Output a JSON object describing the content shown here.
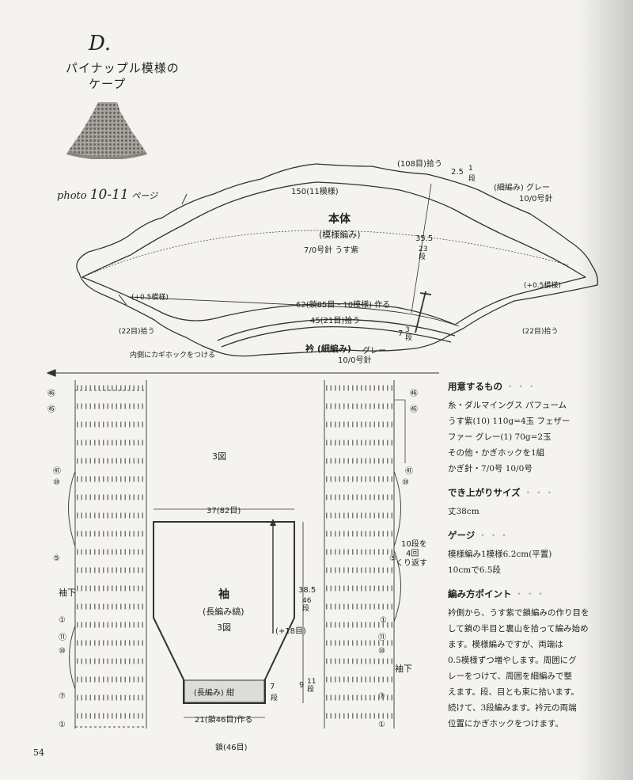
{
  "header": {
    "letter": "D.",
    "title_line1": "パイナップル模様の",
    "title_line2": "ケープ",
    "photo_ref_prefix": "photo ",
    "photo_ref_num": "10-11",
    "photo_ref_suffix": " ページ"
  },
  "cape": {
    "top_pickup": "(108目)拾う",
    "top_width": "150(11模様)",
    "edge_top_measure": "2.5",
    "edge_top_rows": "1段",
    "edge_label": "(細編み) グレー",
    "edge_hook": "10/0号針",
    "body_title": "本体",
    "body_stitch": "(模様編み)",
    "body_hook": "7/0号針 うす紫",
    "depth": "35.5",
    "depth_rows": "23段",
    "increase_left": "(+0.5模様)",
    "increase_right": "(+0.5模様)",
    "foundation": "62(鎖85目・10模様) 作る",
    "collar_pickup": "45(21目)拾う",
    "collar_rows_num": "7",
    "collar_rows": "3段",
    "side_pickup_left": "(22目)拾う",
    "side_pickup_right": "(22目)拾う",
    "hook_note": "内側にカギホックをつける",
    "collar_title": "衿 (細編み)",
    "collar_color": "グレー",
    "collar_hook": "10/0号針"
  },
  "sleeve": {
    "fig_label_top": "3図",
    "top_width": "37(82目)",
    "title": "袖",
    "stitch": "(長編み縞)",
    "fig_label": "3図",
    "height": "38.5",
    "height_rows": "46段",
    "increase": "(+18目)",
    "cuff_stitch": "(長編み) 紺",
    "cuff_rows_num": "7",
    "cuff_rows": "段",
    "cuff_height": "9",
    "cuff_height_rows": "11段",
    "bottom_width": "21(鎖46目)作る",
    "chain_label": "鎖(46目)",
    "underarm_left": "袖下",
    "underarm_right": "袖下",
    "repeat_note_1": "10段を",
    "repeat_note_2": "4回",
    "repeat_note_3": "くり返す"
  },
  "row_markers_left": [
    "㊻",
    "㊺",
    "㊶",
    "⑩",
    "⑤",
    "①",
    "⑪",
    "⑩",
    "⑦",
    "①"
  ],
  "row_markers_right": [
    "㊻",
    "㊺",
    "㊶",
    "⑩",
    "⑤",
    "①",
    "⑪",
    "⑩",
    "⑦",
    "①"
  ],
  "materials": {
    "heading": "用意するもの",
    "yarn": "糸・ダルマイングス パフューム",
    "purple": "うす紫(10) 110g=4玉 フェザー",
    "fur": "ファー グレー(1) 70g=2玉",
    "other": "その他・かぎホックを1組",
    "hooks": "かぎ針・7/0号 10/0号"
  },
  "size": {
    "heading": "でき上がりサイズ",
    "value": "丈38cm"
  },
  "gauge": {
    "heading": "ゲージ",
    "line1": "模様編み1模様6.2cm(平置)",
    "line2": "10cmで6.5段"
  },
  "points": {
    "heading": "編み方ポイント",
    "lines": [
      "衿側から、うす紫で鎖編みの作り目を",
      "して鎖の半目と裏山を拾って編み始め",
      "ます。模様編みですが、両端は",
      "0.5模様ずつ増やします。周囲にグ",
      "レーをつけて、周囲を細編みで整",
      "えます。段、目とも束に拾います。",
      "続けて、3段編みます。衿元の両端",
      "位置にかぎホックをつけます。"
    ]
  },
  "dots": "・・・",
  "page_number": "54"
}
